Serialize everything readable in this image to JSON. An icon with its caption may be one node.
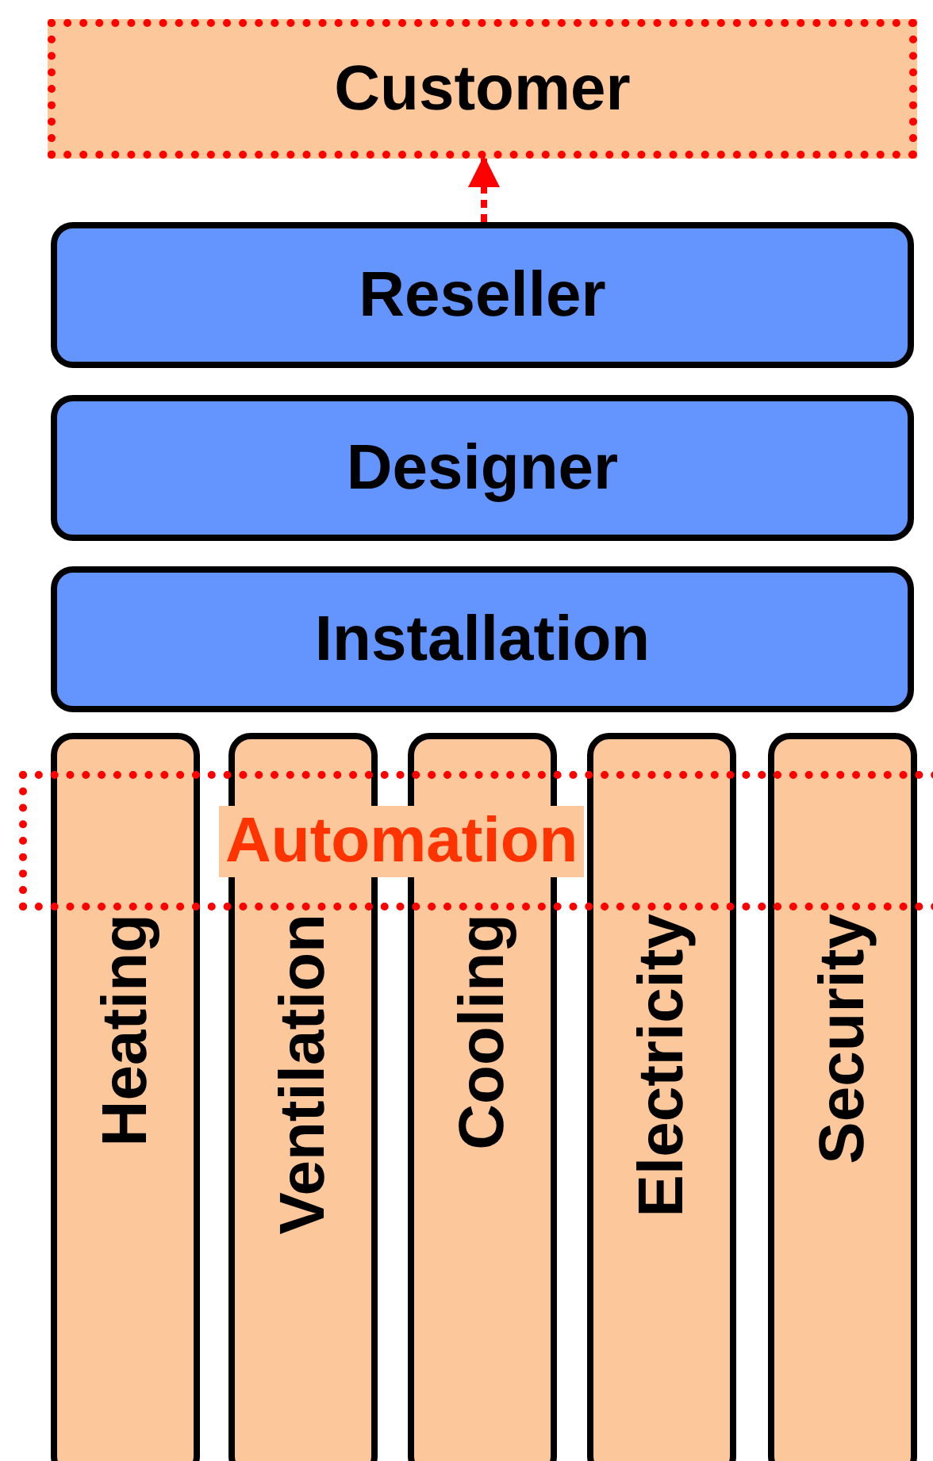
{
  "diagram": {
    "nodes": [
      {
        "text": [
          "Customer"
        ]
      },
      {
        "text": [
          "Reseller"
        ]
      },
      {
        "text": [
          "Designer"
        ]
      },
      {
        "text": [
          "Installation"
        ]
      },
      {
        "text": [
          "Automation"
        ]
      },
      {
        "text": [
          "Heating"
        ]
      },
      {
        "text": [
          "Ventilation"
        ]
      },
      {
        "text": [
          "Cooling"
        ]
      },
      {
        "text": [
          "Electricity"
        ]
      },
      {
        "text": [
          "Security"
        ]
      }
    ],
    "edges": [
      {
        "from": 1,
        "to": 0,
        "arrow": "to",
        "style": "dashed",
        "color": "#ff0000"
      }
    ]
  }
}
